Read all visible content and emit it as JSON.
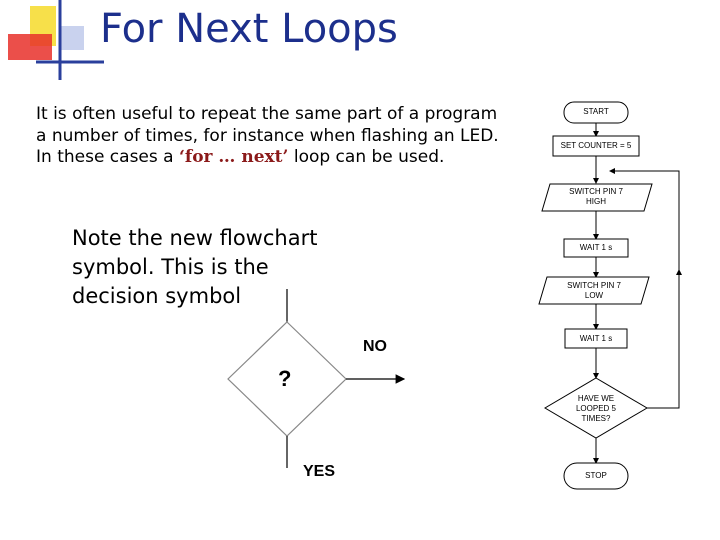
{
  "slide": {
    "title": "For Next Loops",
    "intro": {
      "line1": "It is often useful to repeat the same part of a program",
      "line2": "a number of times, for instance when flashing an LED.",
      "line3_pre": "In these cases a ",
      "line3_kw": "‘for … next’",
      "line3_post": " loop can be used."
    },
    "note": {
      "line1": "Note the new flowchart",
      "line2": "symbol. This is the",
      "line3": "decision symbol"
    }
  },
  "decision": {
    "symbol": "?",
    "no_label": "NO",
    "yes_label": "YES"
  },
  "flowchart": {
    "start": "START",
    "set_counter": "SET COUNTER = 5",
    "switch_high_1": "SWITCH PIN 7",
    "switch_high_2": "HIGH",
    "wait_1": "WAIT 1 s",
    "switch_low_1": "SWITCH PIN 7",
    "switch_low_2": "LOW",
    "wait_2": "WAIT 1 s",
    "decision_1": "HAVE WE",
    "decision_2": "LOOPED 5",
    "decision_3": "TIMES?",
    "stop": "STOP"
  },
  "colors": {
    "title": "#1c2f8c",
    "keyword": "#8b1a1a",
    "deco_yellow": "#f7e04a",
    "deco_red": "#e8302a",
    "deco_blue": "#2a3f9c"
  }
}
